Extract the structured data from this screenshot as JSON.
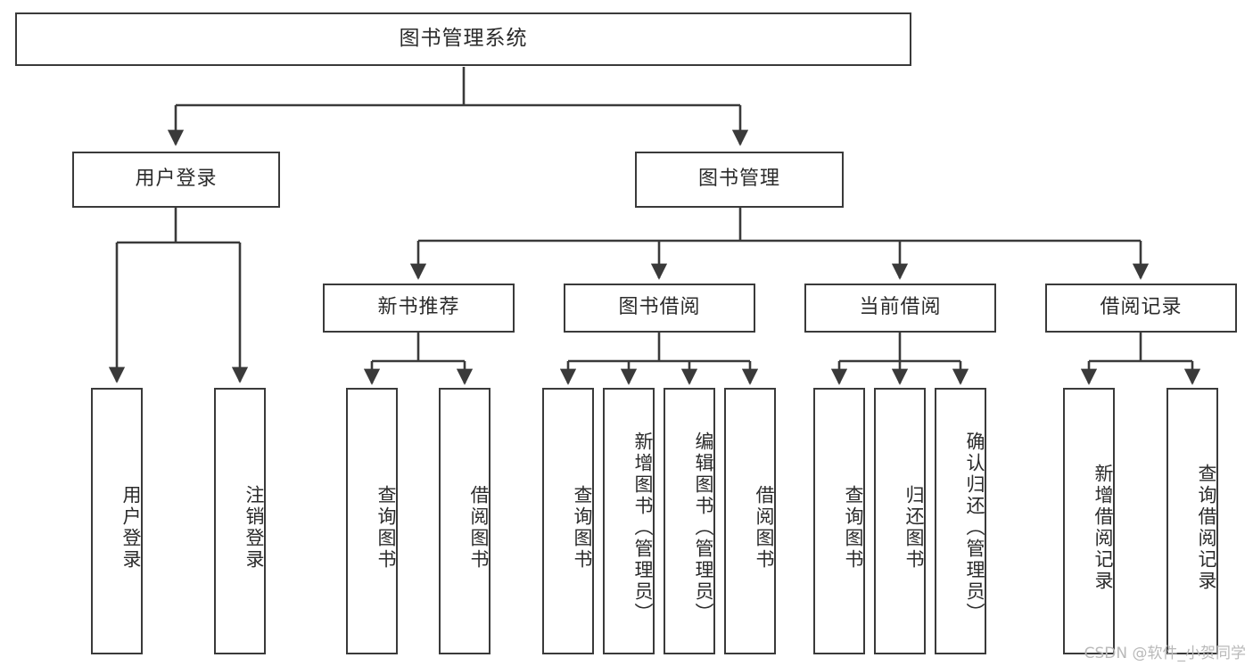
{
  "diagram": {
    "type": "tree",
    "title": "图书管理系统",
    "orientation": "top-down",
    "colors": {
      "box_border": "#3a3a3a",
      "box_fill": "#ffffff",
      "edge": "#3a3a3a",
      "text": "#2b2b2b",
      "background": "#ffffff",
      "watermark": "#b9b9b9"
    },
    "root": {
      "label": "图书管理系统"
    },
    "level2": [
      {
        "id": "user-login",
        "label": "用户登录"
      },
      {
        "id": "book-manage",
        "label": "图书管理"
      }
    ],
    "level3": [
      {
        "id": "new-book-recommend",
        "label": "新书推荐",
        "parent": "book-manage"
      },
      {
        "id": "book-borrow",
        "label": "图书借阅",
        "parent": "book-manage"
      },
      {
        "id": "current-borrow",
        "label": "当前借阅",
        "parent": "book-manage"
      },
      {
        "id": "borrow-record",
        "label": "借阅记录",
        "parent": "book-manage"
      }
    ],
    "leaves": [
      {
        "id": "leaf-user-login",
        "label": "用户登录",
        "parent": "user-login"
      },
      {
        "id": "leaf-logout",
        "label": "注销登录",
        "parent": "user-login"
      },
      {
        "id": "leaf-query-book-1",
        "label": "查询图书",
        "parent": "new-book-recommend"
      },
      {
        "id": "leaf-borrow-book-1",
        "label": "借阅图书",
        "parent": "new-book-recommend"
      },
      {
        "id": "leaf-query-book-2",
        "label": "查询图书",
        "parent": "book-borrow"
      },
      {
        "id": "leaf-add-book",
        "label": "新增图书（管理员）",
        "parent": "book-borrow"
      },
      {
        "id": "leaf-edit-book",
        "label": "编辑图书（管理员）",
        "parent": "book-borrow"
      },
      {
        "id": "leaf-borrow-book-2",
        "label": "借阅图书",
        "parent": "book-borrow"
      },
      {
        "id": "leaf-query-book-3",
        "label": "查询图书",
        "parent": "current-borrow"
      },
      {
        "id": "leaf-return-book",
        "label": "归还图书",
        "parent": "current-borrow"
      },
      {
        "id": "leaf-confirm-return",
        "label": "确认归还（管理员）",
        "parent": "current-borrow"
      },
      {
        "id": "leaf-add-record",
        "label": "新增借阅记录",
        "parent": "borrow-record"
      },
      {
        "id": "leaf-query-record",
        "label": "查询借阅记录",
        "parent": "borrow-record"
      }
    ]
  },
  "watermark": {
    "text": "CSDN @软件_小贺同学"
  }
}
